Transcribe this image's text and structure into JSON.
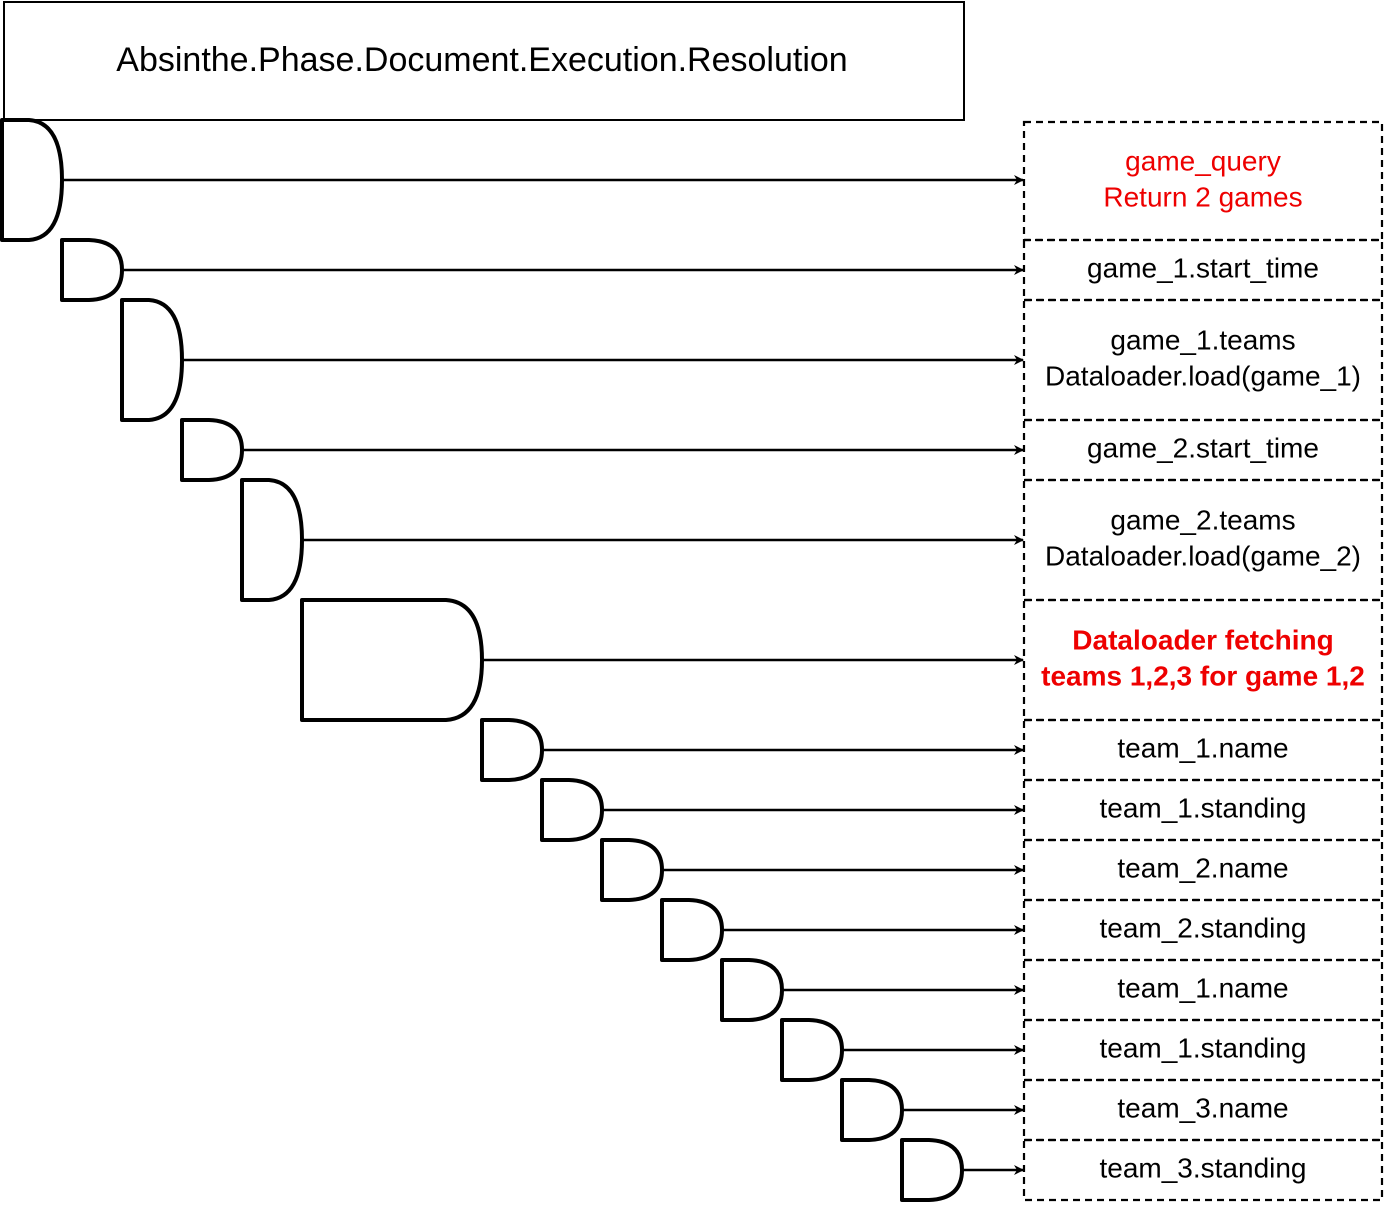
{
  "title": "Absinthe.Phase.Document.Execution.Resolution",
  "colors": {
    "default_text": "#000000",
    "highlight_text": "#ee0000",
    "stroke": "#000000"
  },
  "steps": [
    {
      "lines": [
        "game_query",
        "Return 2 games"
      ],
      "color": "#ee0000",
      "bold": false
    },
    {
      "lines": [
        "game_1.start_time"
      ],
      "color": "#000000",
      "bold": false
    },
    {
      "lines": [
        "game_1.teams",
        "Dataloader.load(game_1)"
      ],
      "color": "#000000",
      "bold": false
    },
    {
      "lines": [
        "game_2.start_time"
      ],
      "color": "#000000",
      "bold": false
    },
    {
      "lines": [
        "game_2.teams",
        "Dataloader.load(game_2)"
      ],
      "color": "#000000",
      "bold": false
    },
    {
      "lines": [
        "Dataloader fetching",
        "teams 1,2,3 for game 1,2"
      ],
      "color": "#ee0000",
      "bold": true
    },
    {
      "lines": [
        "team_1.name"
      ],
      "color": "#000000",
      "bold": false
    },
    {
      "lines": [
        "team_1.standing"
      ],
      "color": "#000000",
      "bold": false
    },
    {
      "lines": [
        "team_2.name"
      ],
      "color": "#000000",
      "bold": false
    },
    {
      "lines": [
        "team_2.standing"
      ],
      "color": "#000000",
      "bold": false
    },
    {
      "lines": [
        "team_1.name"
      ],
      "color": "#000000",
      "bold": false
    },
    {
      "lines": [
        "team_1.standing"
      ],
      "color": "#000000",
      "bold": false
    },
    {
      "lines": [
        "team_3.name"
      ],
      "color": "#000000",
      "bold": false
    },
    {
      "lines": [
        "team_3.standing"
      ],
      "color": "#000000",
      "bold": false
    }
  ]
}
